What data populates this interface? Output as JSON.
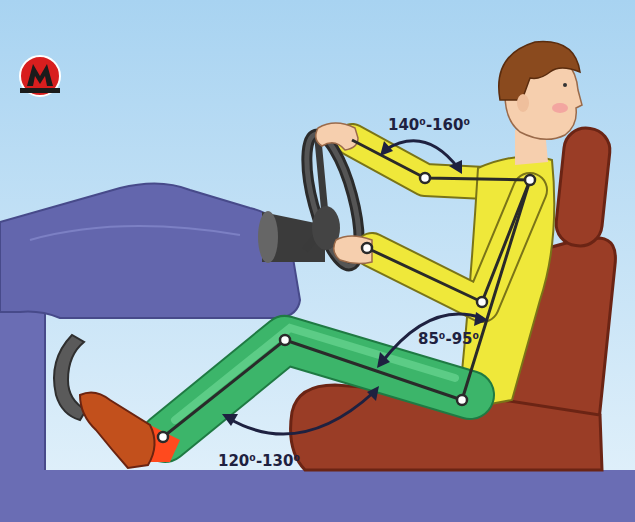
{
  "diagram": {
    "labels": [
      "140⁰-160⁰",
      "85⁰-95⁰",
      "120⁰-130⁰"
    ]
  }
}
